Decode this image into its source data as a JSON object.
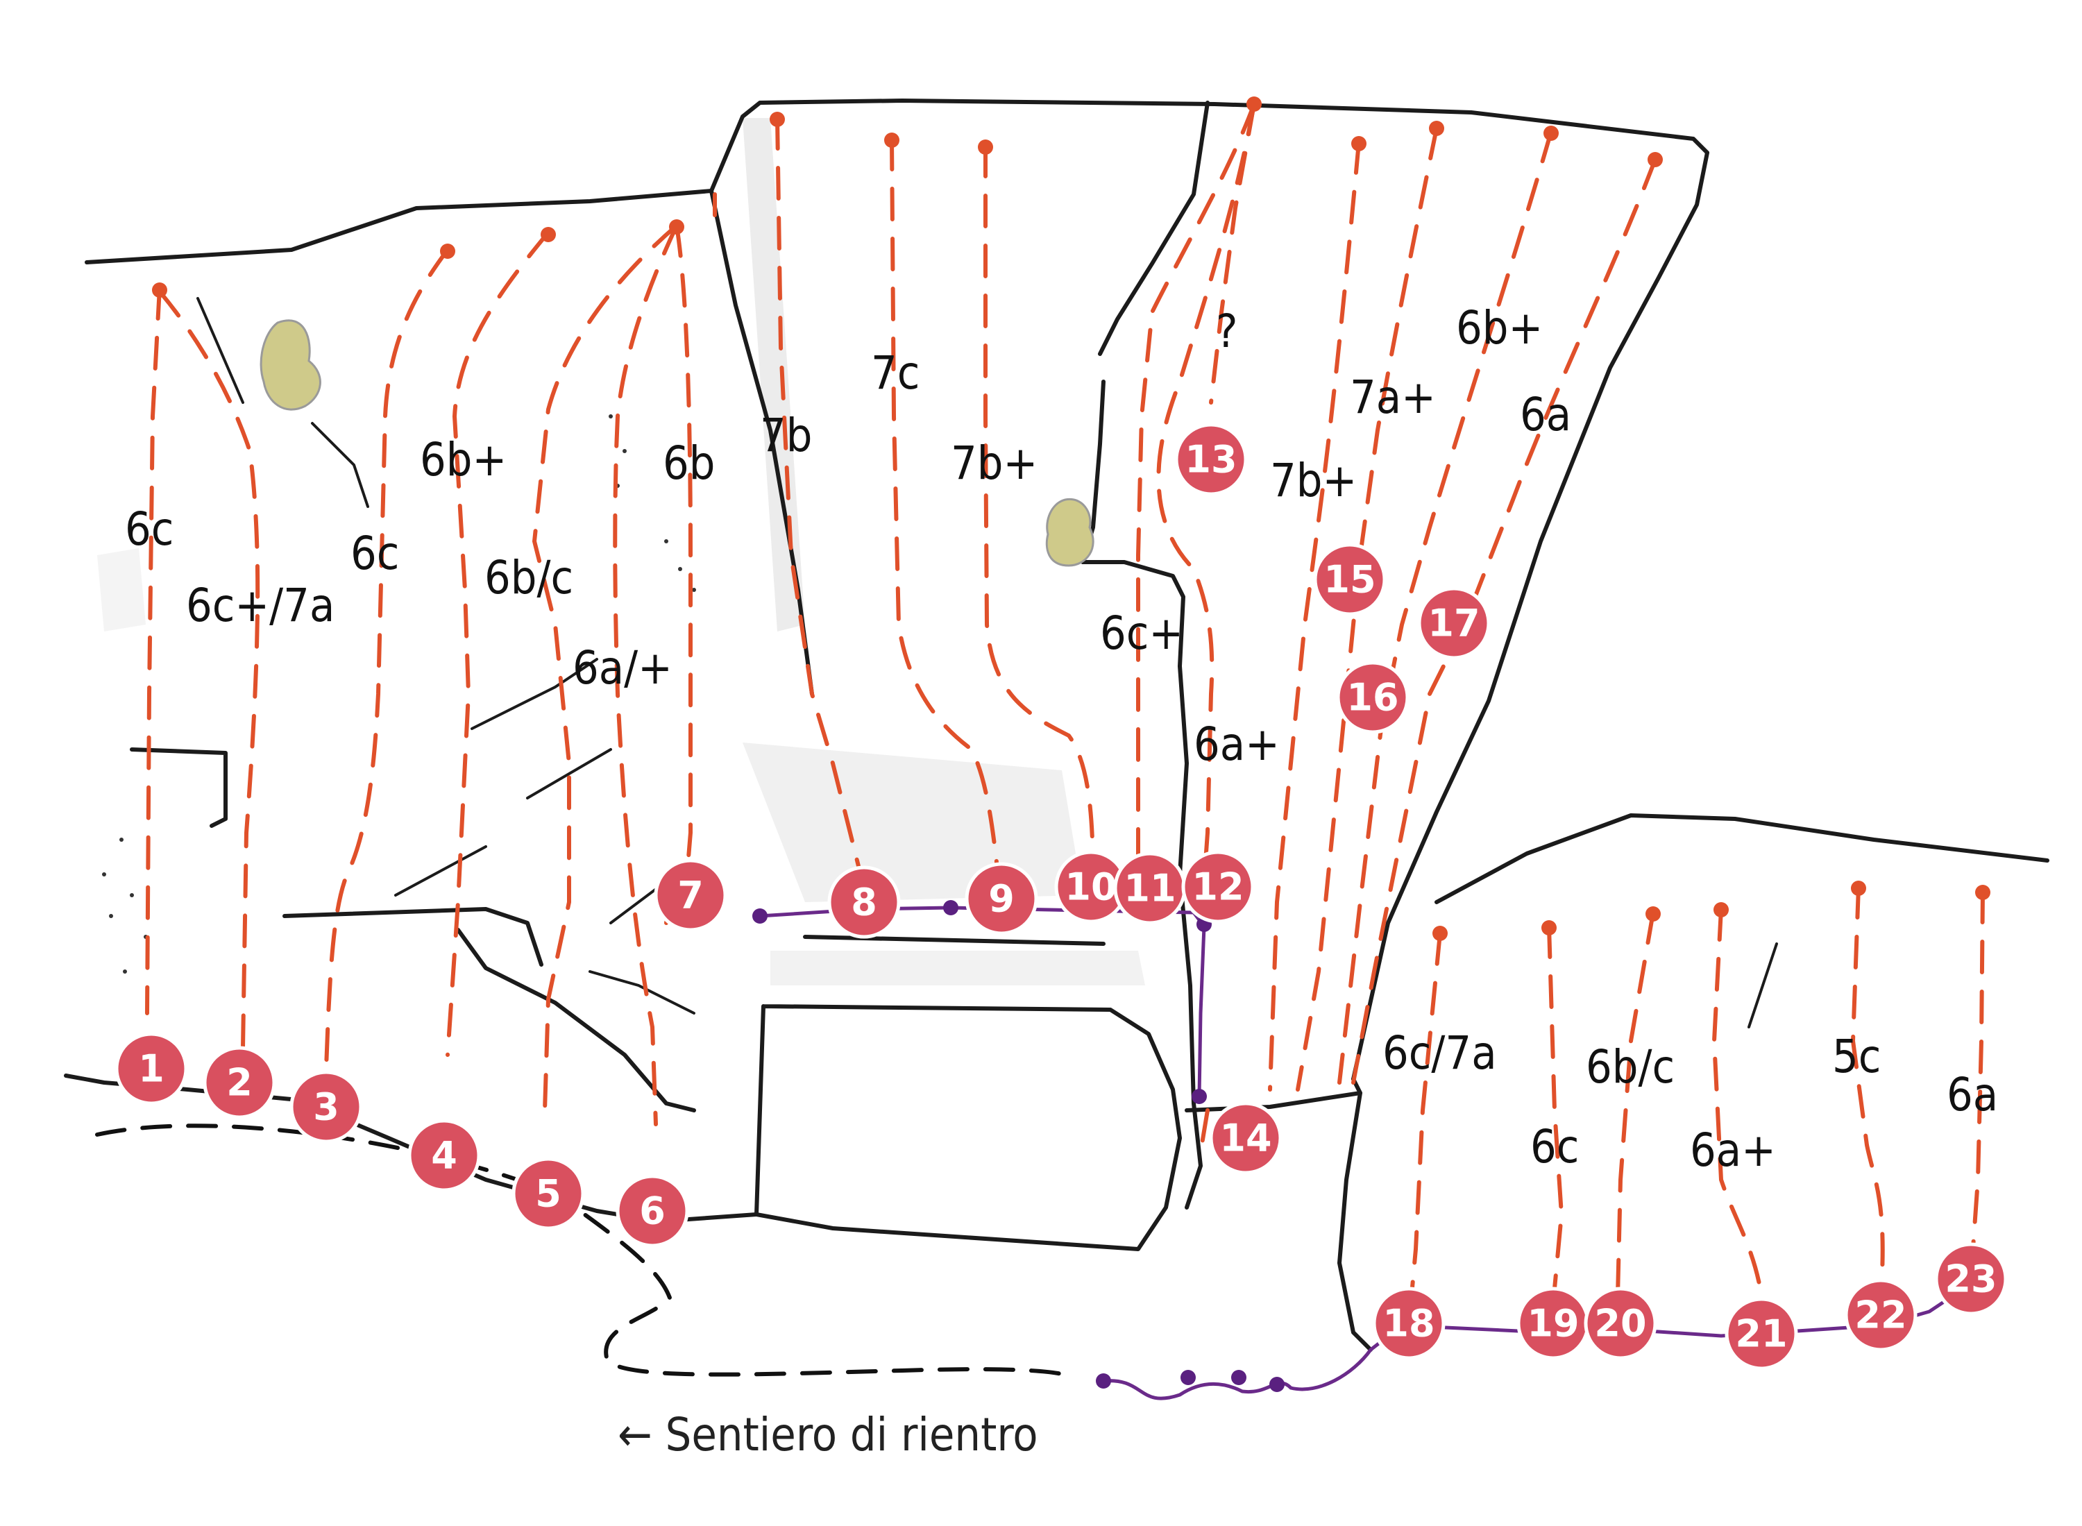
{
  "trail_label": "← Sentiero di rientro",
  "colors": {
    "route": "#e0502a",
    "badge": "#d9505f",
    "traverse": "#6a2a8a",
    "rock": "#1b1b1b"
  },
  "routes": [
    {
      "number": "1",
      "grade": "6c"
    },
    {
      "number": "2",
      "grade": "6c+/7a"
    },
    {
      "number": "3",
      "grade": "6c"
    },
    {
      "number": "4",
      "grade": "6b+"
    },
    {
      "number": "5",
      "grade": "6b/c"
    },
    {
      "number": "6",
      "grade": "6a/+"
    },
    {
      "number": "7",
      "grade": "6b"
    },
    {
      "number": "8",
      "grade": "7b"
    },
    {
      "number": "9",
      "grade": "7c"
    },
    {
      "number": "10",
      "grade": "7b+"
    },
    {
      "number": "11",
      "grade": "6c+"
    },
    {
      "number": "12",
      "grade": "6a+"
    },
    {
      "number": "13",
      "grade": "?"
    },
    {
      "number": "14",
      "grade": "7b+"
    },
    {
      "number": "15",
      "grade": "7a+"
    },
    {
      "number": "16",
      "grade": "6b+"
    },
    {
      "number": "17",
      "grade": "6a"
    },
    {
      "number": "18",
      "grade": "6c/7a"
    },
    {
      "number": "19",
      "grade": "6c"
    },
    {
      "number": "20",
      "grade": "6b/c"
    },
    {
      "number": "21",
      "grade": "6a+"
    },
    {
      "number": "22",
      "grade": "5c"
    },
    {
      "number": "23",
      "grade": "6a"
    }
  ]
}
